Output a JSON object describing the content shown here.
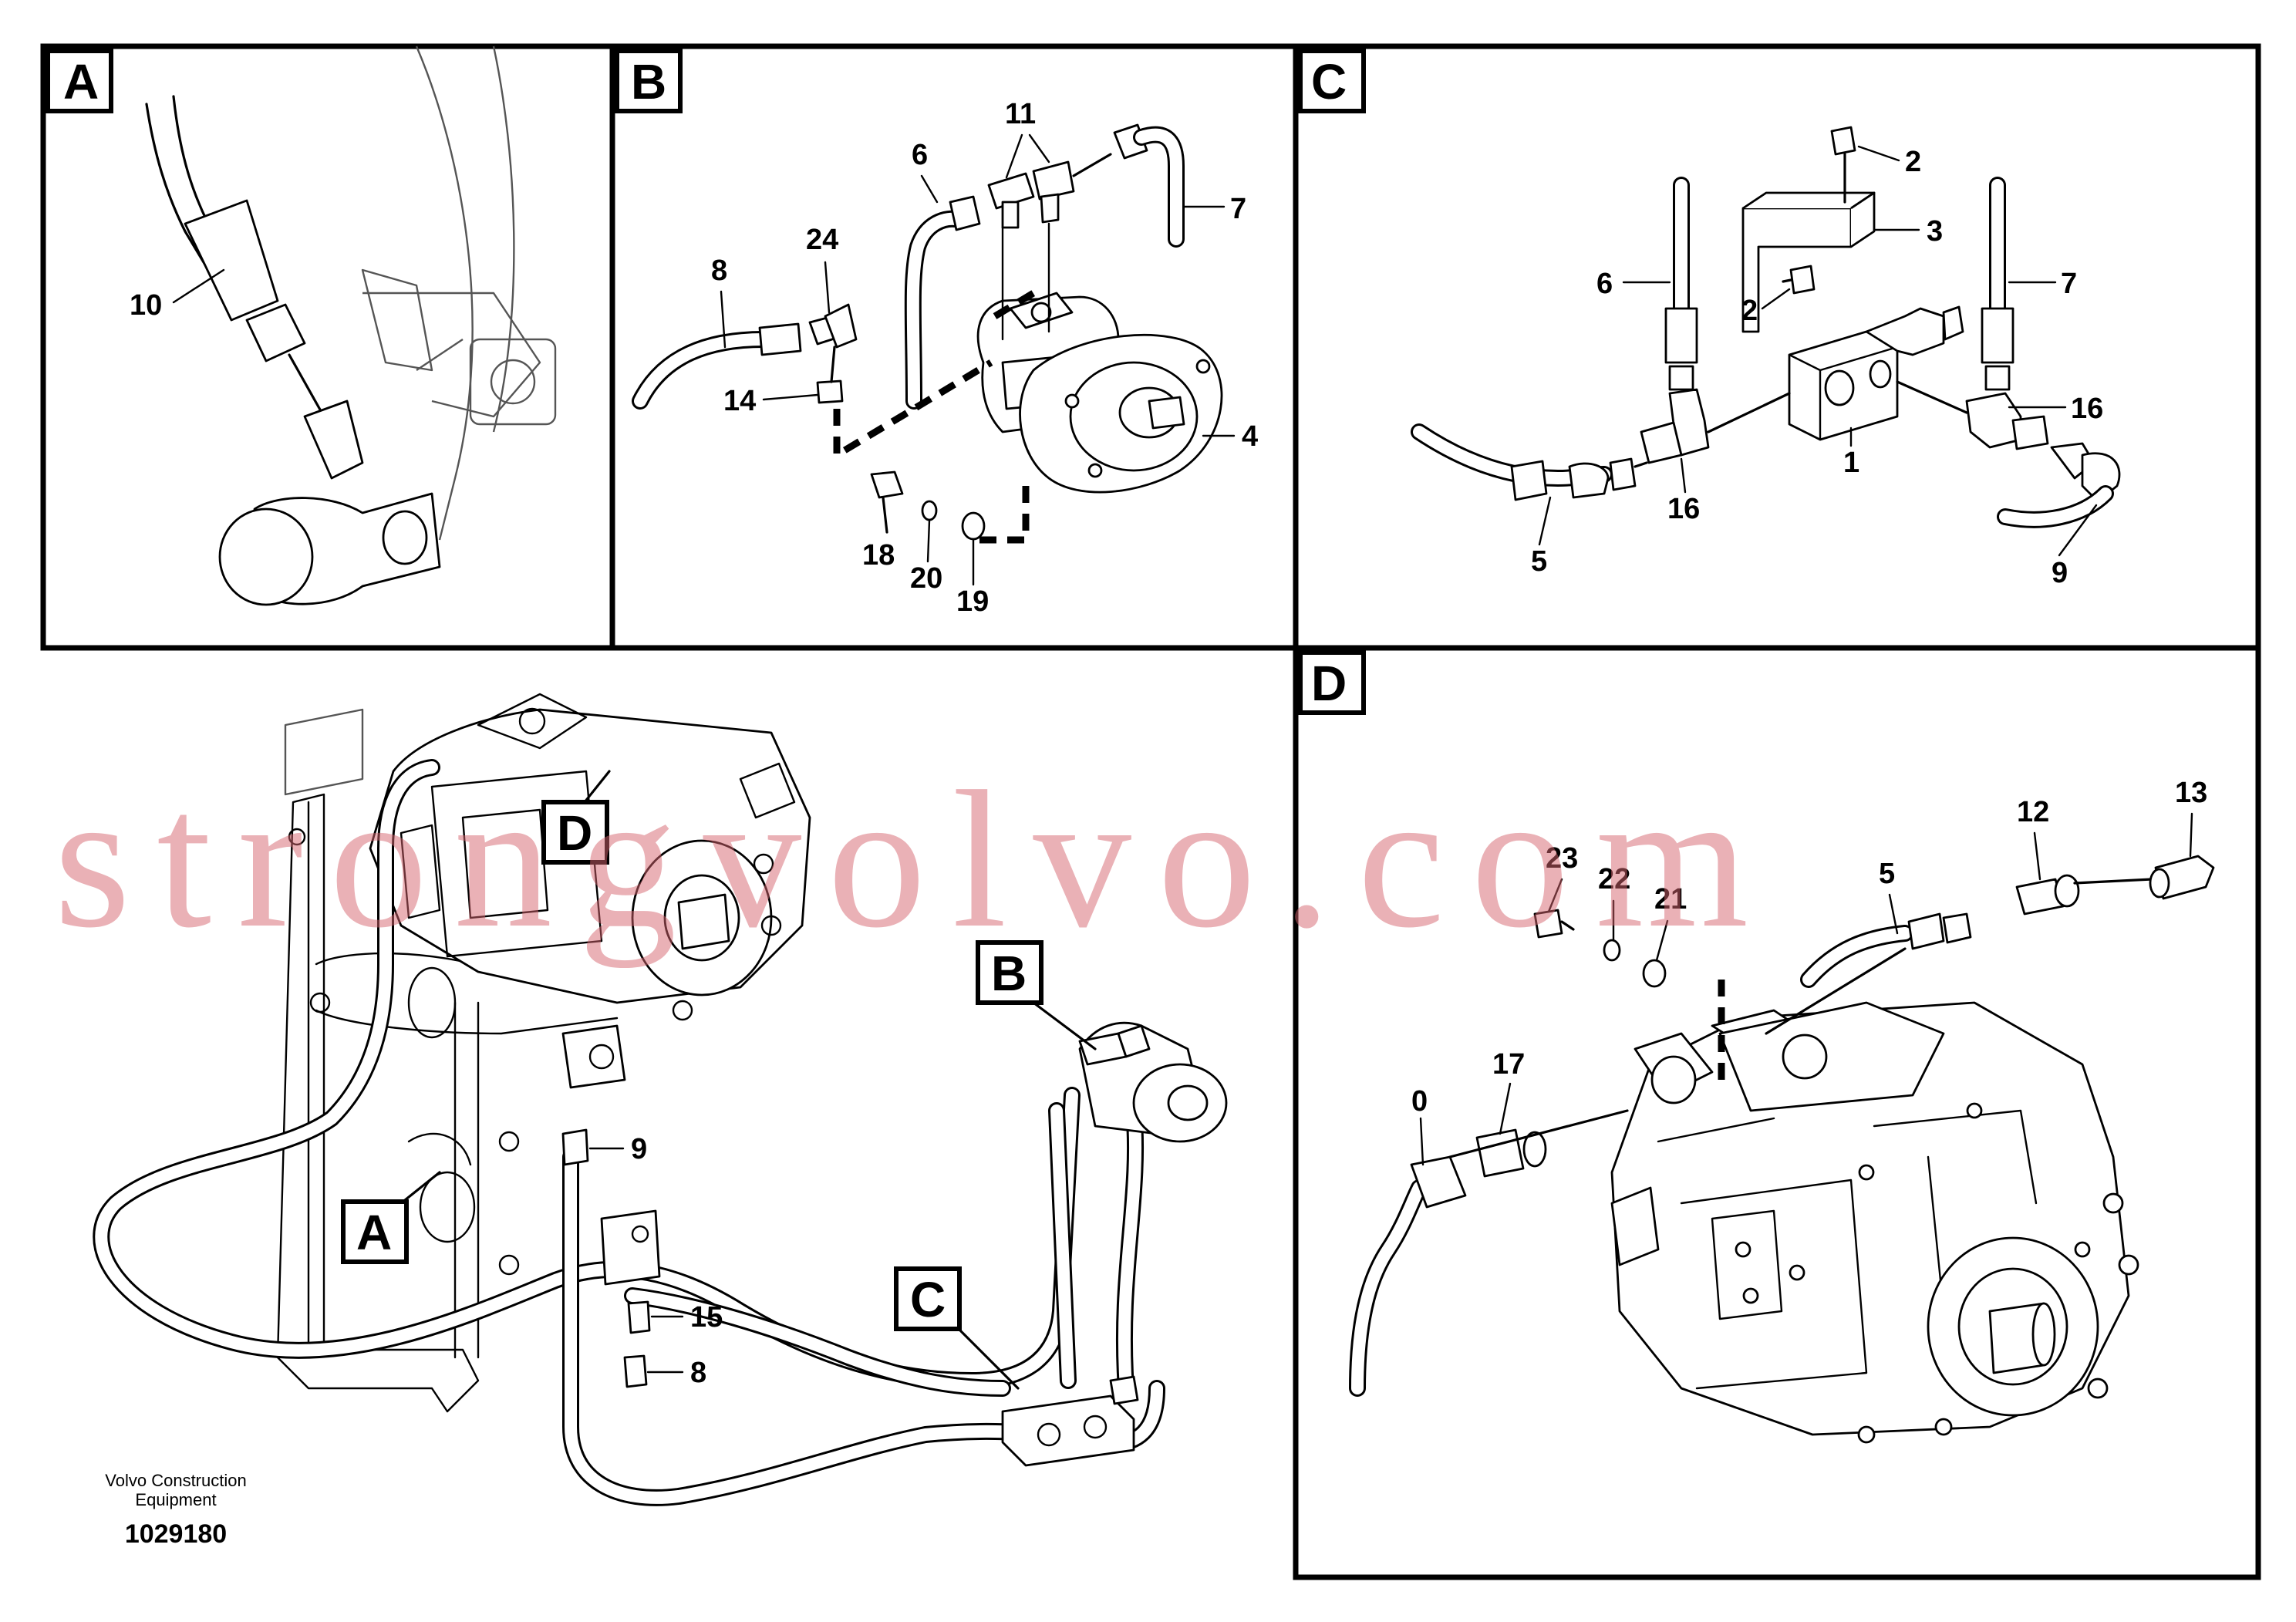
{
  "panels": {
    "a": {
      "letter": "A",
      "callouts": [
        "10"
      ]
    },
    "b": {
      "letter": "B",
      "callouts": [
        "11",
        "6",
        "7",
        "24",
        "8",
        "14",
        "4",
        "18",
        "20",
        "19"
      ]
    },
    "c": {
      "letter": "C",
      "callouts": [
        "2",
        "3",
        "6",
        "2",
        "7",
        "16",
        "1",
        "16",
        "5",
        "9"
      ]
    },
    "d": {
      "letter": "D",
      "callouts": [
        "13",
        "12",
        "23",
        "22",
        "21",
        "5",
        "17",
        "0"
      ]
    }
  },
  "overview": {
    "markers": [
      "D",
      "B",
      "A",
      "C"
    ],
    "callouts": [
      "9",
      "15",
      "8"
    ]
  },
  "footer": {
    "credit_line1": "Volvo Construction",
    "credit_line2": "Equipment",
    "doc_number": "1029180"
  },
  "watermark": "strongvolvo.com"
}
